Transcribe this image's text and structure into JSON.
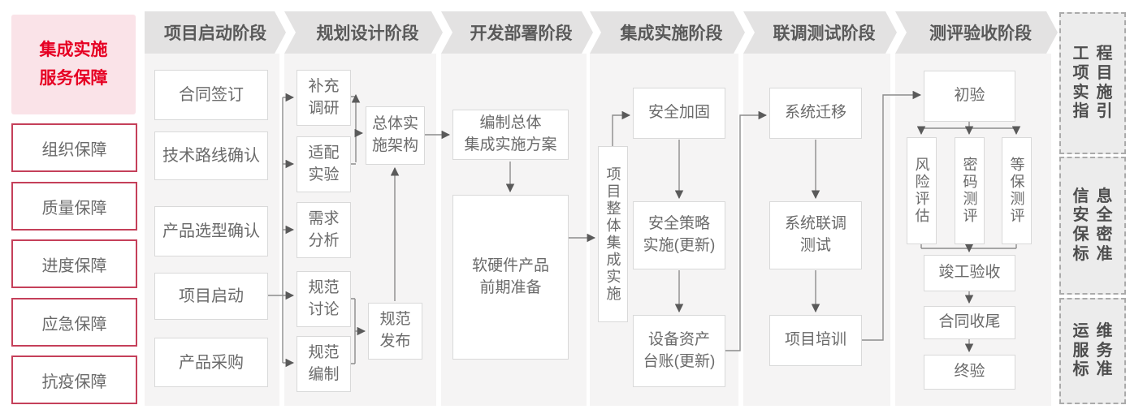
{
  "colors": {
    "accent_red": "#e60023",
    "pink_bg": "#fae3e8",
    "red_border": "#c5405a",
    "column_bg": "#f5f4f4",
    "header_bg": "#e3e2e2",
    "header_text": "#595959",
    "box_border": "#d9d9d9",
    "box_text": "#6a6a6a",
    "line": "#8c8c8c",
    "arrow": "#5a5a5a",
    "sidebar_bg": "#ececec",
    "sidebar_text": "#4d4d4d"
  },
  "left_rail": {
    "title": "集成实施\n服务保障",
    "guarantees": [
      "组织保障",
      "质量保障",
      "进度保障",
      "应急保障",
      "抗疫保障"
    ]
  },
  "phase_headers": [
    "项目启动阶段",
    "规划设计阶段",
    "开发部署阶段",
    "集成实施阶段",
    "联调测试阶段",
    "测评验收阶段"
  ],
  "steps": {
    "contract_signing": "合同签订",
    "tech_route_confirm": "技术路线确认",
    "product_selection_confirm": "产品选型确认",
    "project_kickoff": "项目启动",
    "product_procurement": "产品采购",
    "supplementary_research": "补充\n调研",
    "adaptation_test": "适配\n实验",
    "requirement_analysis": "需求\n分析",
    "spec_discussion": "规范\n讨论",
    "spec_drafting": "规范\n编制",
    "overall_architecture": "总体实\n施架构",
    "spec_release": "规范\n发布",
    "integration_plan": "编制总体\n集成实施方案",
    "hw_sw_preparation": "软硬件产品\n前期准备",
    "overall_integration": "项目整体集成实施",
    "security_hardening": "安全加固",
    "security_policy": "安全策略\n实施(更新)",
    "asset_ledger": "设备资产\n台账(更新)",
    "system_migration": "系统迁移",
    "joint_debugging": "系统联调\n测试",
    "project_training": "项目培训",
    "initial_acceptance": "初验",
    "risk_assessment": "风险评估",
    "crypto_evaluation": "密码测评",
    "mlps_evaluation": "等保测评",
    "completion_acceptance": "竣工验收",
    "contract_closure": "合同收尾",
    "final_acceptance": "终验"
  },
  "sidebar": {
    "project_guide": "工程\n项目\n实施\n指引",
    "infosec_standard": "信息\n安全\n保密\n标准",
    "ops_standard": "运维\n服务\n标准"
  }
}
